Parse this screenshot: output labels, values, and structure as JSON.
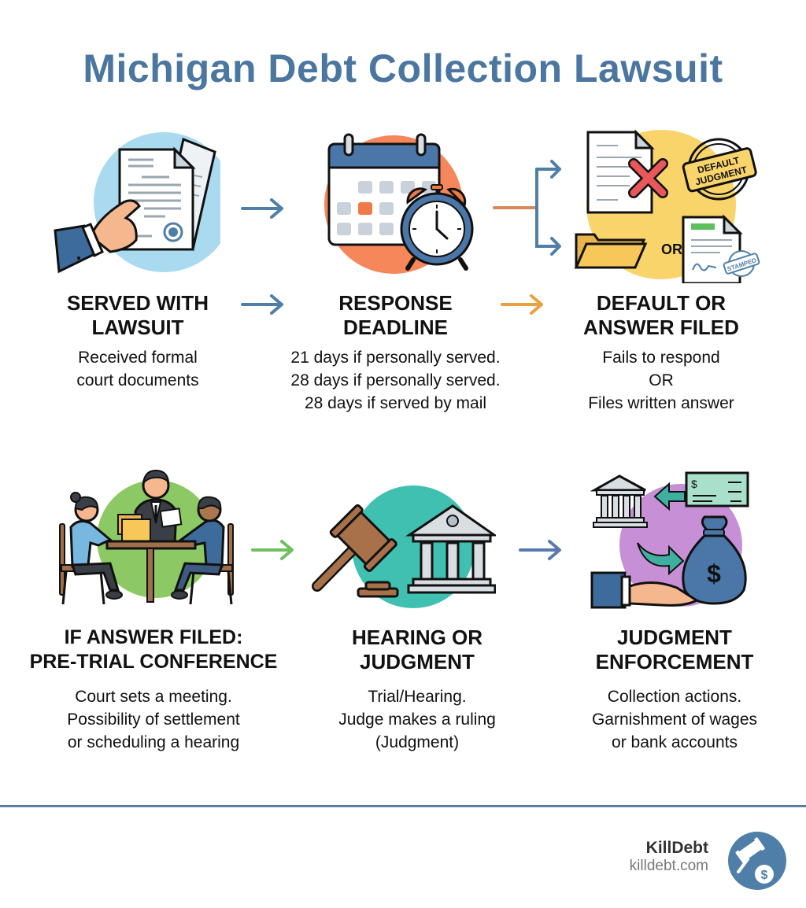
{
  "title": "Michigan Debt Collection Lawsuit",
  "colors": {
    "title": "#4a76a0",
    "arrow_blue": "#4f7fa8",
    "arrow_orange": "#e8a040",
    "arrow_green": "#6fbf5e",
    "circle_blue": "#a9daf0",
    "circle_orange": "#f6875a",
    "circle_yellow": "#f9d46a",
    "circle_green": "#8cc863",
    "circle_teal": "#3fc0b0",
    "circle_purple": "#c68fd6"
  },
  "steps": [
    {
      "title": "SERVED WITH LAWSUIT",
      "title_lines": [
        "SERVED WITH",
        "LAWSUIT"
      ],
      "desc_lines": [
        "Received formal",
        "court documents"
      ],
      "icon": "hand-holding-documents-icon"
    },
    {
      "title": "RESPONSE DEADLINE",
      "title_lines": [
        "RESPONSE",
        "DEADLINE"
      ],
      "desc_lines": [
        "21 days if personally served.",
        "28 days if personally served.",
        "28 days if served by mail"
      ],
      "icon": "calendar-alarm-clock-icon"
    },
    {
      "title": "DEFAULT OR ANSWER FILED",
      "title_lines": [
        "DEFAULT OR",
        "ANSWER FILED"
      ],
      "desc_lines": [
        "Fails to respond",
        "OR",
        "Files written answer"
      ],
      "icon": "default-or-answer-icon"
    },
    {
      "title": "IF ANSWER FILED: PRE-TRIAL CONFERENCE",
      "title_lines": [
        "IF ANSWER FILED:",
        "PRE-TRIAL CONFERENCE"
      ],
      "desc_lines": [
        "Court sets a meeting.",
        "Possibility of settlement",
        "or scheduling a hearing"
      ],
      "icon": "meeting-table-icon"
    },
    {
      "title": "HEARING OR JUDGMENT",
      "title_lines": [
        "HEARING OR",
        "JUDGMENT"
      ],
      "desc_lines": [
        "Trial/Hearing.",
        "Judge makes a ruling",
        "(Judgment)"
      ],
      "icon": "gavel-courthouse-icon"
    },
    {
      "title": "JUDGMENT ENFORCEMENT",
      "title_lines": [
        "JUDGMENT",
        "ENFORCEMENT"
      ],
      "desc_lines": [
        "Collection actions.",
        "Garnishment of wages",
        "or bank accounts"
      ],
      "icon": "bank-money-bag-icon"
    }
  ],
  "icon_labels": {
    "stamp_default": [
      "DEFAULT",
      "JUDGMENT"
    ],
    "or_label": "OR",
    "stamp_stamped": "STAMPED",
    "dollar": "$"
  },
  "footer": {
    "brand_name": "KillDebt",
    "brand_url": "killdebt.com"
  }
}
